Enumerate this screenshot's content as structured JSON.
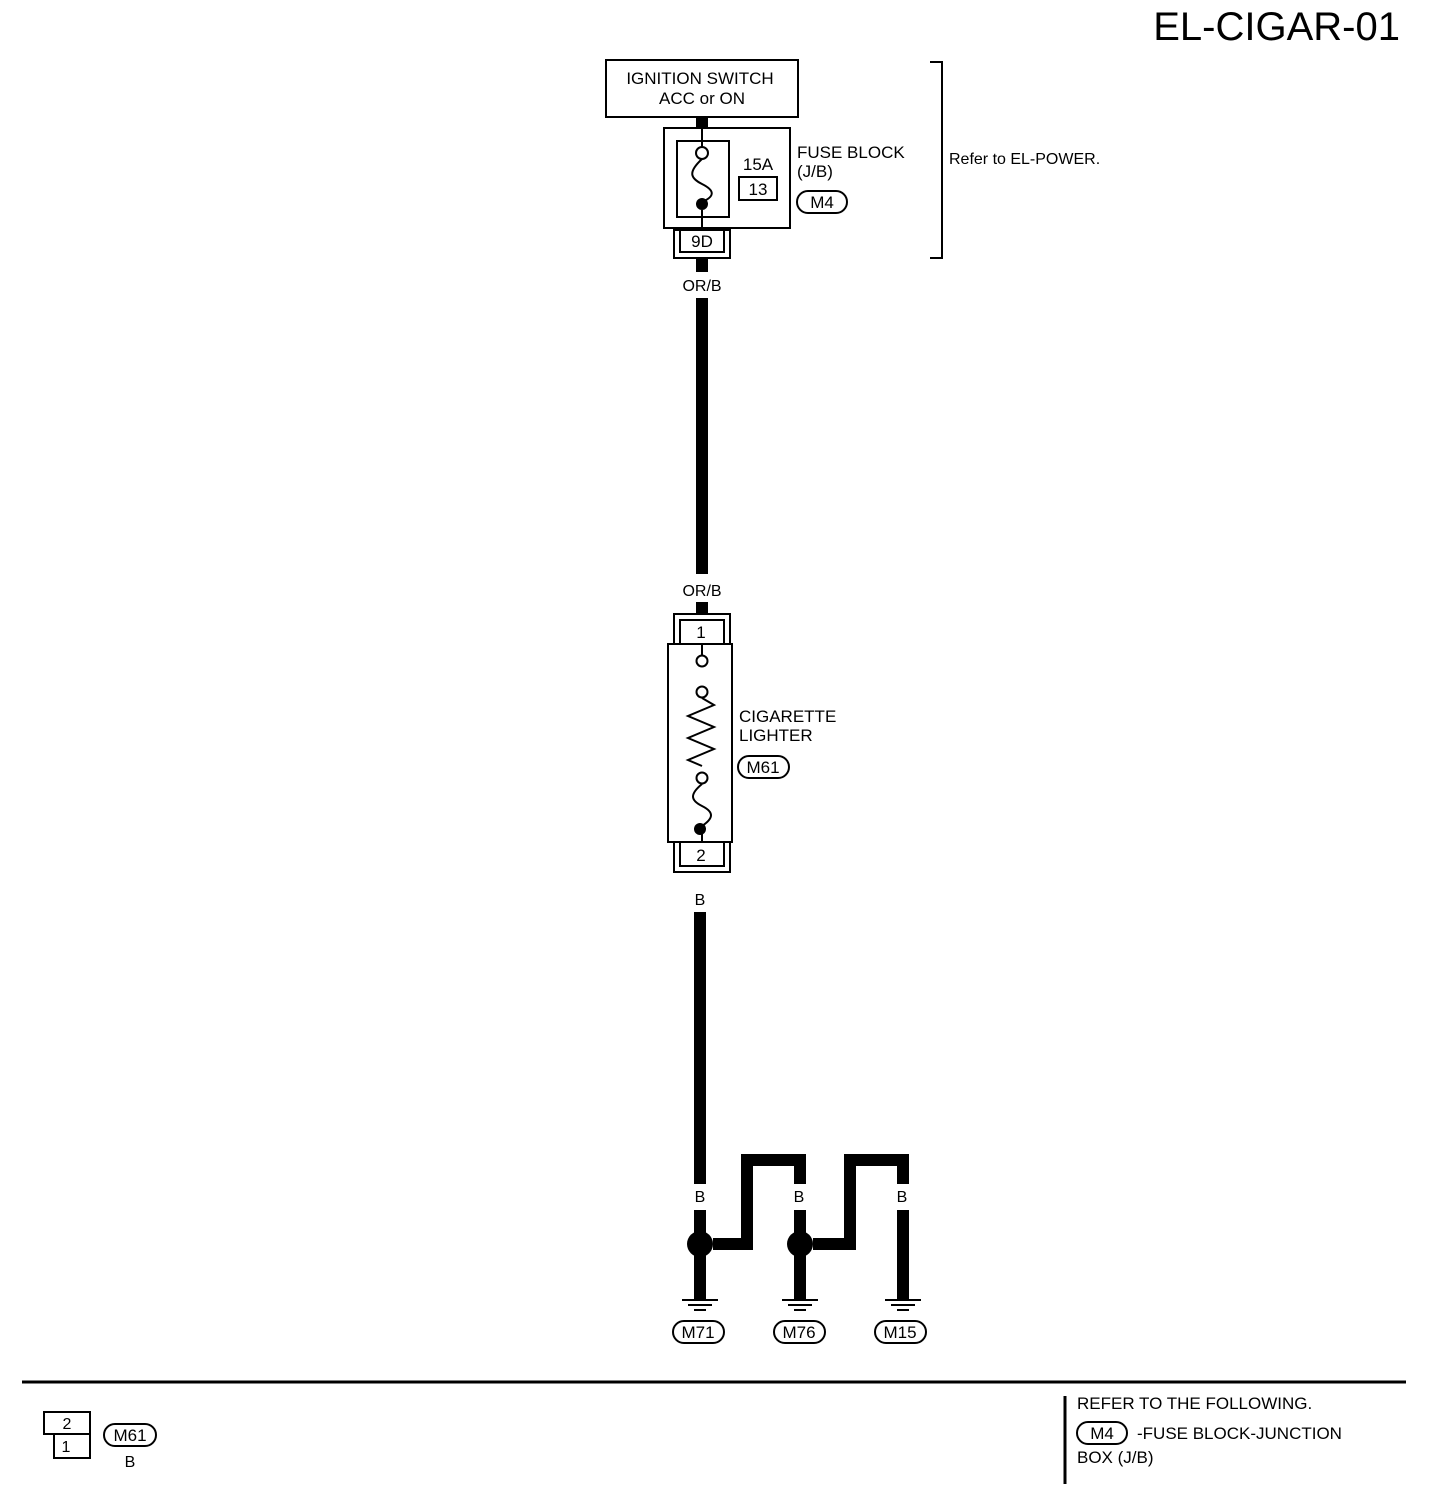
{
  "diagram_id": "EL-CIGAR-01",
  "ignition_switch": {
    "line1": "IGNITION SWITCH",
    "line2": "ACC or ON"
  },
  "fuse_block": {
    "label_line1": "FUSE BLOCK",
    "label_line2": "(J/B)",
    "connector": "M4",
    "rating": "15A",
    "fuse_number": "13",
    "terminal": "9D"
  },
  "refer_note": "Refer to EL-POWER.",
  "wires": {
    "top_upper": "OR/B",
    "top_lower": "OR/B",
    "lighter_out": "B",
    "ground_1": "B",
    "ground_2a": "B",
    "ground_2b": "B",
    "ground_3a": "B",
    "ground_3b": "B"
  },
  "cigarette_lighter": {
    "label_line1": "CIGARETTE",
    "label_line2": "LIGHTER",
    "connector": "M61",
    "terminal_in": "1",
    "terminal_out": "2"
  },
  "grounds": [
    "M71",
    "M76",
    "M15"
  ],
  "legend": {
    "pin_top": "2",
    "pin_bottom": "1",
    "connector": "M61",
    "color": "B"
  },
  "refer_following": {
    "heading": "REFER TO THE FOLLOWING.",
    "connector": "M4",
    "desc_line1": "-FUSE BLOCK-JUNCTION",
    "desc_line2": "BOX (J/B)"
  }
}
